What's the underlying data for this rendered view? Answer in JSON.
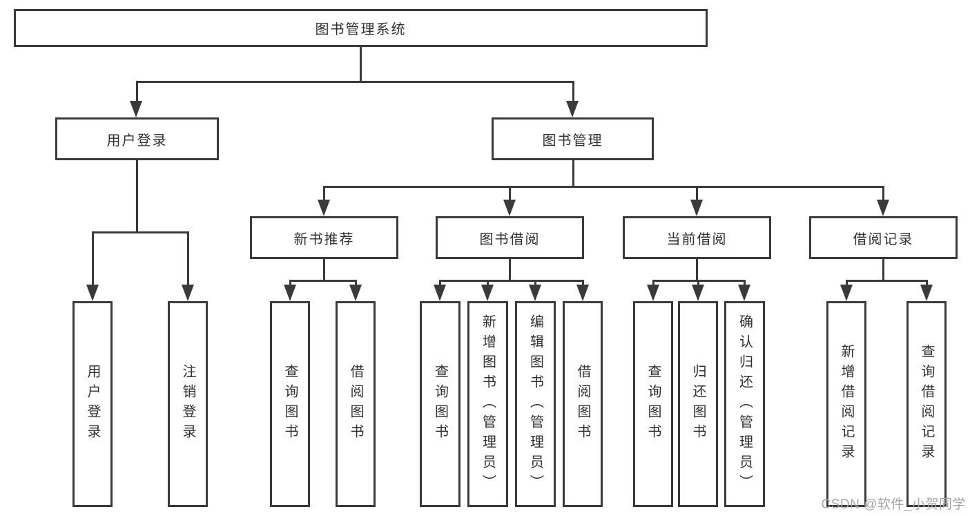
{
  "diagram_title": "图书管理系统",
  "colors": {
    "line": "#3a3a3a",
    "text": "#303030",
    "watermark": "#a6a6a6",
    "background": "#ffffff"
  },
  "nodes": {
    "root": {
      "label": "图书管理系统"
    },
    "level1": [
      {
        "label": "用户登录"
      },
      {
        "label": "图书管理"
      }
    ],
    "level2": [
      {
        "label": "新书推荐"
      },
      {
        "label": "图书借阅"
      },
      {
        "label": "当前借阅"
      },
      {
        "label": "借阅记录"
      }
    ],
    "level3": {
      "user_login": [
        {
          "label": "用户登录"
        },
        {
          "label": "注销登录"
        }
      ],
      "new_book_recommend": [
        {
          "label": "查询图书"
        },
        {
          "label": "借阅图书"
        }
      ],
      "book_borrow": [
        {
          "label": "查询图书"
        },
        {
          "label": "新增图书（管理员）"
        },
        {
          "label": "编辑图书（管理员）"
        },
        {
          "label": "借阅图书"
        }
      ],
      "current_borrow": [
        {
          "label": "查询图书"
        },
        {
          "label": "归还图书"
        },
        {
          "label": "确认归还（管理员）"
        }
      ],
      "borrow_records": [
        {
          "label": "新增借阅记录"
        },
        {
          "label": "查询借阅记录"
        }
      ]
    }
  },
  "watermark": {
    "text": "CSDN @软件_小贺同学"
  }
}
